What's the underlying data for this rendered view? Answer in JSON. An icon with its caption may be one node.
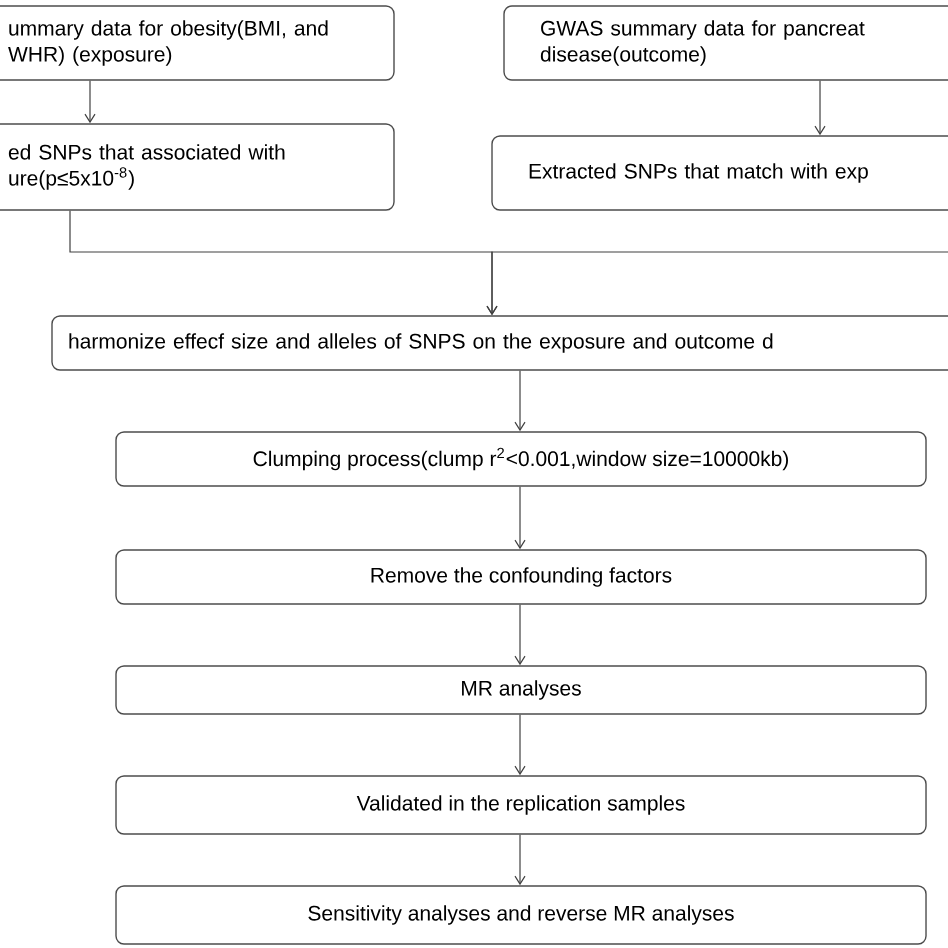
{
  "diagram": {
    "nodes": [
      {
        "text": [
          "ummary data for obesity(BMI, and WHR) (exposure)"
        ]
      },
      {
        "text": [
          "GWAS summary data for pancreat disease(outcome)"
        ]
      },
      {
        "text": [
          "ed SNPs that associated with ure(p≤5x10$^{-8}$)"
        ]
      },
      {
        "text": [
          "Extracted SNPs that match with exp"
        ]
      },
      {
        "text": [
          "harmonize effecf size and alleles of SNPS on the exposure and outcome d"
        ]
      },
      {
        "text": [
          "Clumping process(clump r$^{2}$<0.001,window size=10000kb)"
        ]
      },
      {
        "text": [
          "Remove  the confounding factors"
        ]
      },
      {
        "text": [
          "MR  analyses"
        ]
      },
      {
        "text": [
          "Validated in the replication samples"
        ]
      },
      {
        "text": [
          "Sensitivity analyses and reverse MR analyses"
        ]
      }
    ],
    "edges": [
      {
        "from": 0,
        "to": 2,
        "arrow": "to"
      },
      {
        "from": 1,
        "to": 3,
        "arrow": "to"
      },
      {
        "from": 2,
        "to": 4,
        "arrow": "to"
      },
      {
        "from": 3,
        "to": 4,
        "arrow": "to"
      },
      {
        "from": 4,
        "to": 5,
        "arrow": "to"
      },
      {
        "from": 5,
        "to": 6,
        "arrow": "to"
      },
      {
        "from": 6,
        "to": 7,
        "arrow": "to"
      },
      {
        "from": 7,
        "to": 8,
        "arrow": "to"
      },
      {
        "from": 8,
        "to": 9,
        "arrow": "to"
      }
    ]
  }
}
